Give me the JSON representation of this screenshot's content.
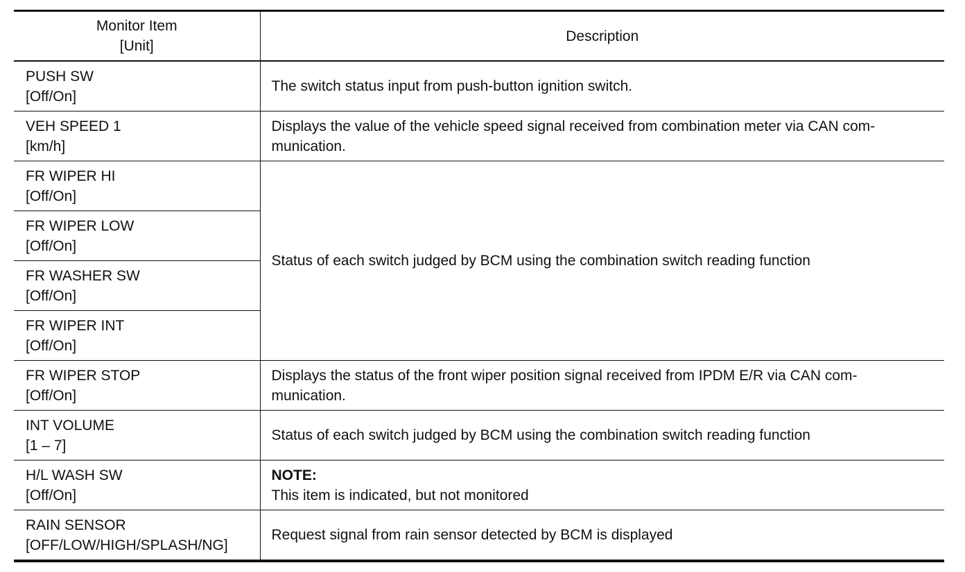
{
  "header": {
    "monitor_item": "Monitor Item",
    "unit": "[Unit]",
    "description": "Description"
  },
  "rows": [
    {
      "item": "PUSH SW",
      "unit": "[Off/On]",
      "description": "The switch status input from push-button ignition switch."
    },
    {
      "item": "VEH SPEED 1",
      "unit": "[km/h]",
      "description": "Displays the value of the vehicle speed signal received from combination meter via CAN com-\nmunication."
    },
    {
      "item": "FR WIPER HI",
      "unit": "[Off/On]"
    },
    {
      "item": "FR WIPER LOW",
      "unit": "[Off/On]"
    },
    {
      "item": "FR WASHER SW",
      "unit": "[Off/On]"
    },
    {
      "item": "FR WIPER INT",
      "unit": "[Off/On]"
    },
    {
      "item": "FR WIPER STOP",
      "unit": "[Off/On]",
      "description": "Displays the status of the front wiper position signal received from IPDM E/R via CAN com-\nmunication."
    },
    {
      "item": "INT VOLUME",
      "unit": "[1 – 7]",
      "description": "Status of each switch judged by BCM using the combination switch reading function"
    },
    {
      "item": "H/L WASH SW",
      "unit": "[Off/On]",
      "note_label": "NOTE:",
      "description": "This item is indicated, but not monitored"
    },
    {
      "item": "RAIN SENSOR",
      "unit": "[OFF/LOW/HIGH/SPLASH/NG]",
      "description": "Request signal from rain sensor detected by BCM is displayed"
    }
  ],
  "merged_description": "Status of each switch judged by BCM using the combination switch reading function"
}
